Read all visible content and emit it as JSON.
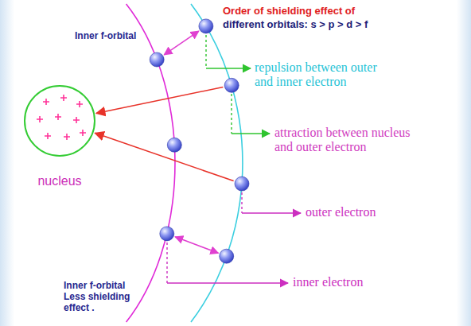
{
  "diagram": {
    "nodes": [
      {
        "text": [
          "nucleus"
        ]
      }
    ],
    "labels": [
      "Inner f-orbital",
      "Order of shielding effect of",
      "different orbitals: s > p > d > f",
      "repulsion between outer and inner electron",
      "attraction between nucleus and outer electron",
      "outer electron",
      "Inner f-orbital Less shielding effect .",
      "inner electron"
    ]
  }
}
